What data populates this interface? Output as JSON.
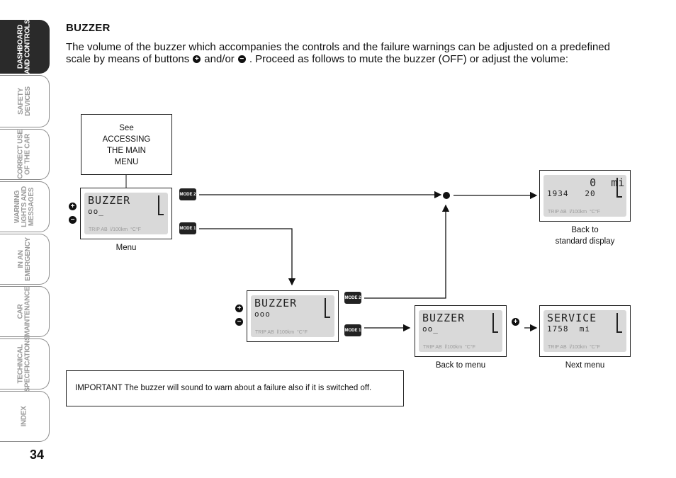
{
  "tabs": [
    {
      "label": "DASHBOARD\nAND CONTROLS",
      "active": true
    },
    {
      "label": "SAFETY\nDEVICES",
      "active": false
    },
    {
      "label": "CORRECT USE\nOF THE CAR",
      "active": false
    },
    {
      "label": "WARNING\nLIGHTS AND\nMESSAGES",
      "active": false
    },
    {
      "label": "IN AN\nEMERGENCY",
      "active": false
    },
    {
      "label": "CAR\nMAINTENANCE",
      "active": false
    },
    {
      "label": "TECHNICAL\nSPECIFICATIONS",
      "active": false
    },
    {
      "label": "INDEX",
      "active": false
    }
  ],
  "page_number": "34",
  "heading": "BUZZER",
  "intro": {
    "part1": "The volume of the buzzer which accompanies the controls and the failure warnings can be adjusted on a predefined scale by means of buttons",
    "plus_icon": "+",
    "part2": "and/or",
    "minus_icon": "−",
    "part3": ". Proceed as follows to mute the buzzer (OFF) or adjust the volume:"
  },
  "diagram": {
    "see_box": {
      "line1": "See",
      "line2": "ACCESSING",
      "line3": "THE MAIN",
      "line4": "MENU"
    },
    "buttons": {
      "mode2": "MODE 2",
      "mode1": "MODE 1",
      "plus": "+",
      "minus": "−"
    },
    "displays": {
      "menu": {
        "main": "BUZZER",
        "sub": "oo_",
        "foot": "TRIP AB  l/100km  °C°F"
      },
      "volume": {
        "main": "BUZZER",
        "sub": "ooo",
        "foot": "TRIP AB  l/100km  °C°F"
      },
      "back": {
        "main": "BUZZER",
        "sub": "oo_",
        "foot": "TRIP AB  l/100km  °C°F"
      },
      "standard": {
        "main": "      0  mi",
        "sub": "1934   20",
        "foot": "TRIP AB  l/100km  °C°F"
      },
      "next": {
        "main": "SERVICE",
        "sub": "1758  mi",
        "foot": "TRIP AB  l/100km  °C°F"
      }
    },
    "captions": {
      "menu": "Menu",
      "back_to_standard": "Back to\nstandard display",
      "back_to_menu": "Back to menu",
      "next_menu": "Next menu"
    }
  },
  "important": {
    "label": "IMPORTANT",
    "text": "The buzzer will sound to warn about a failure also if it is switched off."
  }
}
